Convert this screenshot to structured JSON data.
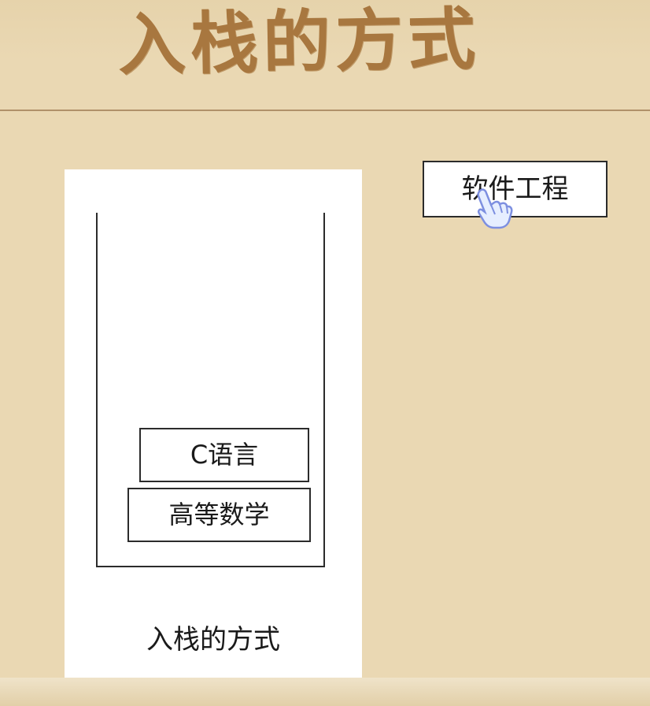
{
  "slide": {
    "title": "入栈的方式"
  },
  "stack_panel": {
    "caption": "入栈的方式",
    "items": [
      {
        "label": "C语言"
      },
      {
        "label": "高等数学"
      }
    ]
  },
  "incoming_item": {
    "label": "软件工程"
  },
  "cursor": {
    "icon": "hand-pointer-icon"
  },
  "colors": {
    "background": "#ead8b3",
    "title": "#a8773f",
    "panel": "#ffffff",
    "outline": "#2b2b2b"
  }
}
